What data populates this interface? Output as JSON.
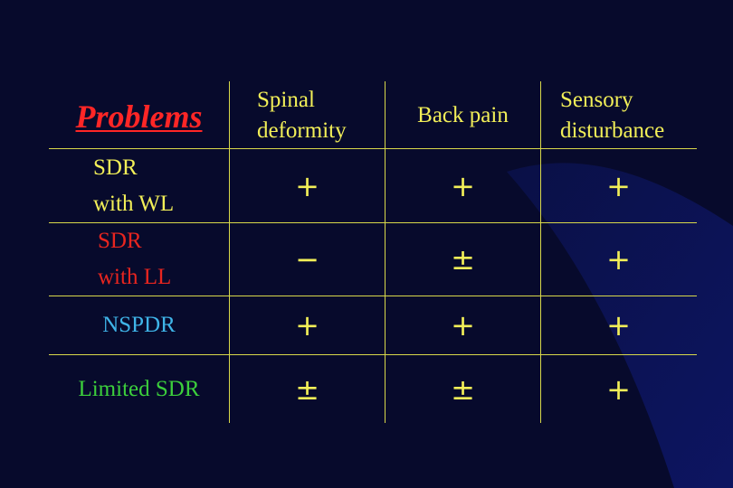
{
  "colors": {
    "background": "#070a2c",
    "background_wedge": "#0d1561",
    "grid": "#d8d84a",
    "header_text": "#f2ef58",
    "problems": "#ff2626",
    "row1": "#f2ef58",
    "row2": "#e8251f",
    "row3": "#3fb4e8",
    "row4": "#3ccf3c"
  },
  "table": {
    "corner_label": "Problems",
    "columns": [
      {
        "line1": "Spinal",
        "line2": "deformity"
      },
      {
        "line1": "Back pain",
        "line2": ""
      },
      {
        "line1": "Sensory",
        "line2": "disturbance"
      }
    ],
    "rows": [
      {
        "label_line1": "SDR",
        "label_line2": "with WL",
        "values": [
          "+",
          "+",
          "+"
        ]
      },
      {
        "label_line1": "SDR",
        "label_line2": "with LL",
        "values": [
          "−",
          "±",
          "+"
        ]
      },
      {
        "label_line1": "NSPDR",
        "label_line2": "",
        "values": [
          "+",
          "+",
          "+"
        ]
      },
      {
        "label_line1": "Limited SDR",
        "label_line2": "",
        "values": [
          "±",
          "±",
          "+"
        ]
      }
    ]
  }
}
